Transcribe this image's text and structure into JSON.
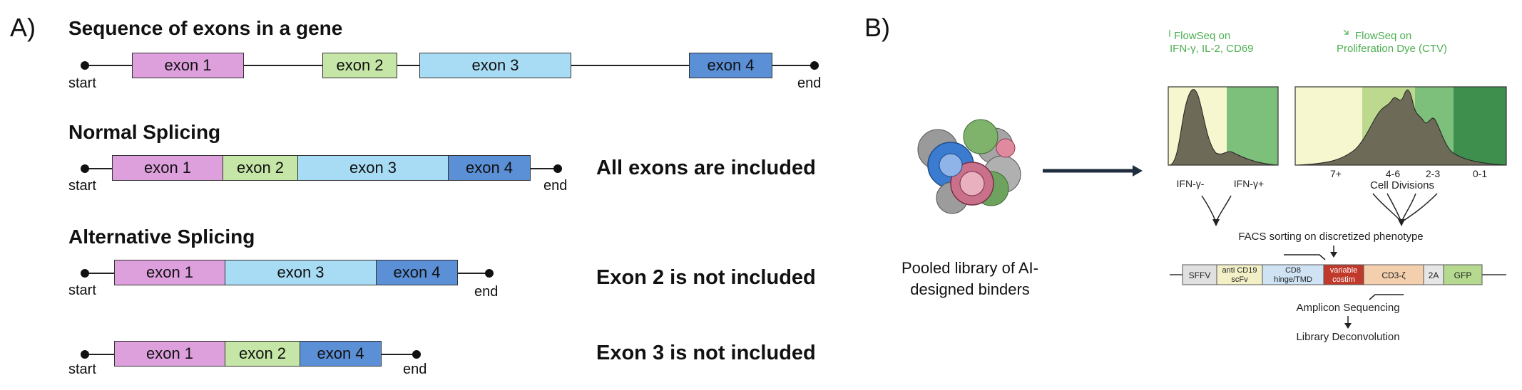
{
  "colors": {
    "exon1": "#dda0dd",
    "exon2": "#c5e6a6",
    "exon3": "#a8dcf5",
    "exon4": "#5b8fd6",
    "flow_green": "#4caf50"
  },
  "panelA": {
    "label": "A)",
    "sequence": {
      "heading": "Sequence of exons in a gene",
      "exons": [
        "exon 1",
        "exon 2",
        "exon 3",
        "exon 4"
      ],
      "start": "start",
      "end": "end"
    },
    "normal": {
      "heading": "Normal Splicing",
      "exons": [
        "exon 1",
        "exon 2",
        "exon 3",
        "exon 4"
      ],
      "start": "start",
      "end": "end",
      "verdict": "All exons are included"
    },
    "alternative": {
      "heading": "Alternative Splicing"
    },
    "alt1": {
      "exons": [
        "exon 1",
        "exon 3",
        "exon 4"
      ],
      "start": "start",
      "end": "end",
      "verdict": "Exon 2 is not included"
    },
    "alt2": {
      "exons": [
        "exon 1",
        "exon 2",
        "exon 4"
      ],
      "start": "start",
      "end": "end",
      "verdict": "Exon 3 is not included"
    }
  },
  "panelB": {
    "label": "B)",
    "library_caption_1": "Pooled library of AI-",
    "library_caption_2": "designed binders",
    "flowseq1_1": "FlowSeq on",
    "flowseq1_2": "IFN-γ, IL-2, CD69",
    "flowseq2_1": "FlowSeq on",
    "flowseq2_2": "Proliferation Dye (CTV)",
    "ifn_neg": "IFN-γ-",
    "ifn_pos": "IFN-γ+",
    "div_7": "7+",
    "div_46": "4-6",
    "div_23": "2-3",
    "div_01": "0-1",
    "cell_divisions": "Cell Divisions",
    "facs": "FACS sorting on discretized phenotype",
    "construct": {
      "sffv": "SFFV",
      "scfv_1": "anti CD19",
      "scfv_2": "scFv",
      "cd8_1": "CD8",
      "cd8_2": "hinge/TMD",
      "var_1": "variable",
      "var_2": "costim",
      "cd3": "CD3-ζ",
      "t2a": "2A",
      "gfp": "GFP"
    },
    "amplicon": "Amplicon Sequencing",
    "deconvolution": "Library Deconvolution"
  }
}
